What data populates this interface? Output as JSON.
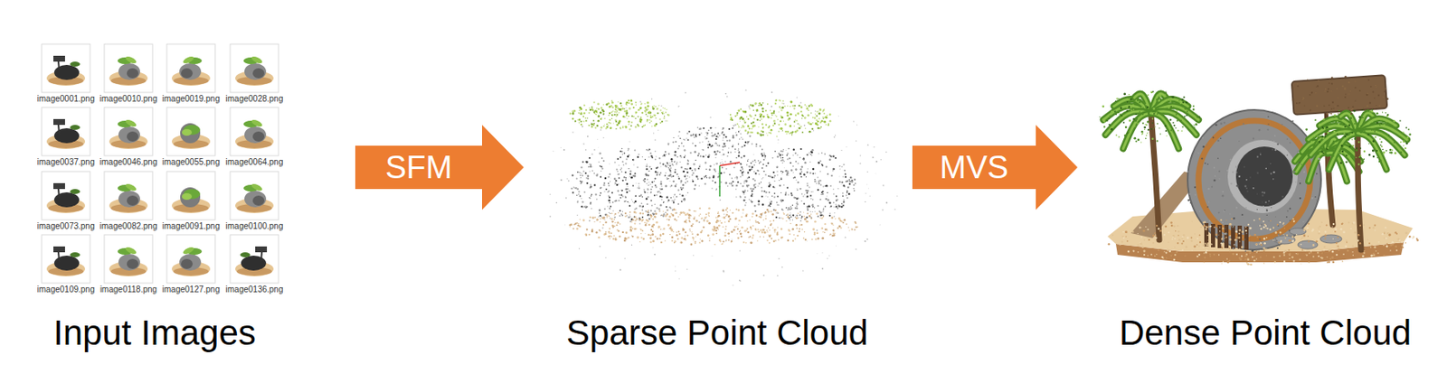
{
  "diagram": {
    "nodes": [
      {
        "text": [
          "Input Images"
        ]
      },
      {
        "text": [
          "Sparse Point Cloud"
        ]
      },
      {
        "text": [
          "Dense Point Cloud"
        ]
      }
    ],
    "edges": [
      {
        "from": 0,
        "to": 1,
        "arrow": "to",
        "label": "SFM"
      },
      {
        "from": 1,
        "to": 2,
        "arrow": "to",
        "label": "MVS"
      }
    ],
    "labels": [
      "image0001.png",
      "image0010.png",
      "image0019.png",
      "image0028.png",
      "image0037.png",
      "image0046.png",
      "image0055.png",
      "image0064.png",
      "image0073.png",
      "image0082.png",
      "image0091.png",
      "image0100.png",
      "image0109.png",
      "image0118.png",
      "image0127.png",
      "image0136.png"
    ]
  }
}
